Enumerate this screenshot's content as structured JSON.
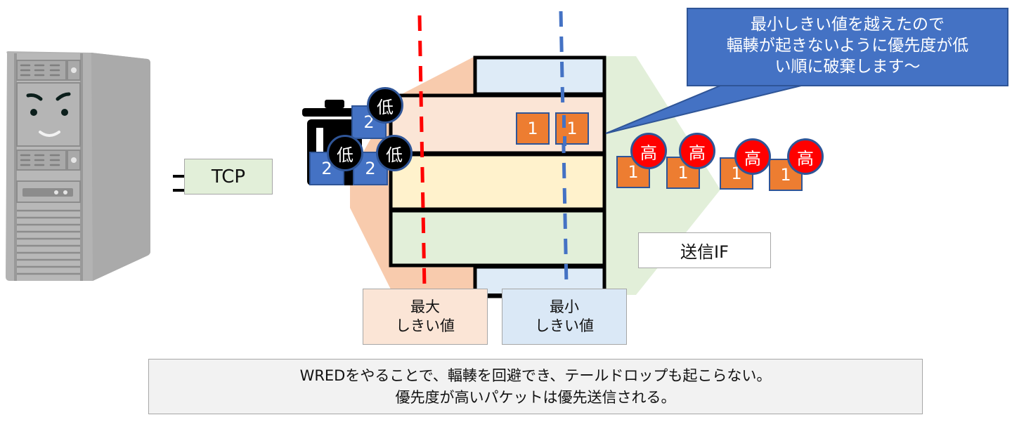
{
  "server": {
    "icon": "server-tower-with-face",
    "connector_label": "TCP"
  },
  "queue": {
    "rows": [
      {
        "name": "top-partial",
        "color": "#deebf7"
      },
      {
        "name": "row-1",
        "color": "#fbe5d6"
      },
      {
        "name": "row-2",
        "color": "#fff2cc"
      },
      {
        "name": "row-3",
        "color": "#e2efd9"
      },
      {
        "name": "bottom-partial",
        "color": "#deebf7"
      }
    ],
    "queued_packets": [
      {
        "number": "1"
      },
      {
        "number": "1"
      }
    ]
  },
  "thresholds": {
    "max": {
      "line1": "最大",
      "line2": "しきい値",
      "line_color": "#ff0000"
    },
    "min": {
      "line1": "最小",
      "line2": "しきい値",
      "line_color": "#4472c4"
    }
  },
  "dropped_packets": {
    "icon": "trash-can",
    "packets": [
      {
        "number": "2",
        "priority": "低"
      },
      {
        "number": "2",
        "priority": "低"
      },
      {
        "number": "2",
        "priority": "低"
      }
    ]
  },
  "sent_packets": [
    {
      "number": "1",
      "priority": "高"
    },
    {
      "number": "1",
      "priority": "高"
    },
    {
      "number": "1",
      "priority": "高"
    },
    {
      "number": "1",
      "priority": "高"
    }
  ],
  "send_interface_label": "送信IF",
  "callout": {
    "lines": [
      "最小しきい値を越えたので",
      "輻輳が起きないように優先度が低",
      "い順に破棄します～"
    ],
    "color": "#4472c4"
  },
  "summary": {
    "lines": [
      "WREDをやることで、輻輳を回避でき、テールドロップも起こらない。",
      "優先度が高いパケットは優先送信される。"
    ]
  }
}
